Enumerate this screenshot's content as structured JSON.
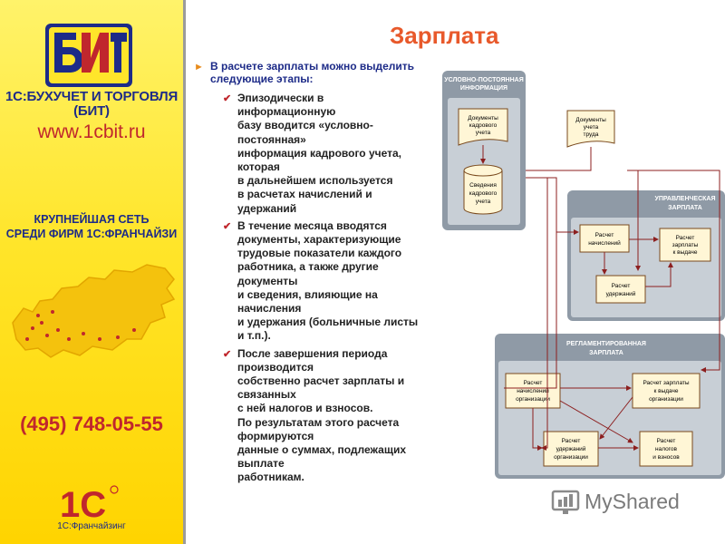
{
  "sidebar": {
    "logo_text": "БИТ",
    "brand_line1": "1С:БУХУЧЕТ И ТОРГОВЛЯ",
    "brand_line2": "(БИТ)",
    "site": "www.1cbit.ru",
    "slogan_line1": "КРУПНЕЙШАЯ СЕТЬ",
    "slogan_line2": "СРЕДИ ФИРМ 1С:ФРАНЧАЙЗИ",
    "phone": "(495) 748-05-55",
    "logo1c_text": "1С",
    "franchising": "1С:Франчайзинг"
  },
  "main": {
    "title": "Зарплата",
    "intro": "В расчете зарплаты можно выделить следующие этапы:",
    "bullets": [
      "Эпизодически в\nинформационную\nбазу вводится «условно-\nпостоянная»\nинформация кадрового учета,\nкоторая\nв дальнейшем используется\nв расчетах начислений и\nудержаний",
      "В течение месяца вводятся\nдокументы, характеризующие\nтрудовые показатели каждого\nработника, а также другие\nдокументы\nи сведения, влияющие на\nначисления\nи удержания (больничные листы\nи т.п.).",
      "После завершения периода\nпроизводится\nсобственно расчет зарплаты и\nсвязанных\nс ней налогов и взносов.\nПо результатам этого расчета\nформируются\nданные о суммах, подлежащих\nвыплате\nработникам."
    ]
  },
  "diagram": {
    "group1": [
      "УСЛОВНО-ПОСТОЯННАЯ",
      "ИНФОРМАЦИЯ"
    ],
    "doc1": [
      "Документы",
      "кадрового",
      "учета"
    ],
    "db1": [
      "Сведения",
      "кадрового",
      "учета"
    ],
    "doc2": [
      "Документы",
      "учета",
      "труда"
    ],
    "group2": [
      "УПРАВЛЕНЧЕСКАЯ",
      "ЗАРПЛАТА"
    ],
    "n1": [
      "Расчет",
      "начислений"
    ],
    "n2": [
      "Расчет",
      "зарплаты",
      "к выдаче"
    ],
    "n3": [
      "Расчет",
      "удержаний"
    ],
    "group3": [
      "РЕГЛАМЕНТИРОВАННАЯ",
      "ЗАРПЛАТА"
    ],
    "r1": [
      "Расчет",
      "начислений",
      "организации"
    ],
    "r2": [
      "Расчет зарплаты",
      "к выдаче",
      "организации"
    ],
    "r3": [
      "Расчет",
      "удержаний",
      "организации"
    ],
    "r4": [
      "Расчет",
      "налогов",
      "и взносов"
    ]
  },
  "watermark": "MyShared",
  "colors": {
    "accent": "#e8592b",
    "navy": "#1d2b88",
    "red": "#c0272d",
    "yellow": "#ffe52a"
  }
}
